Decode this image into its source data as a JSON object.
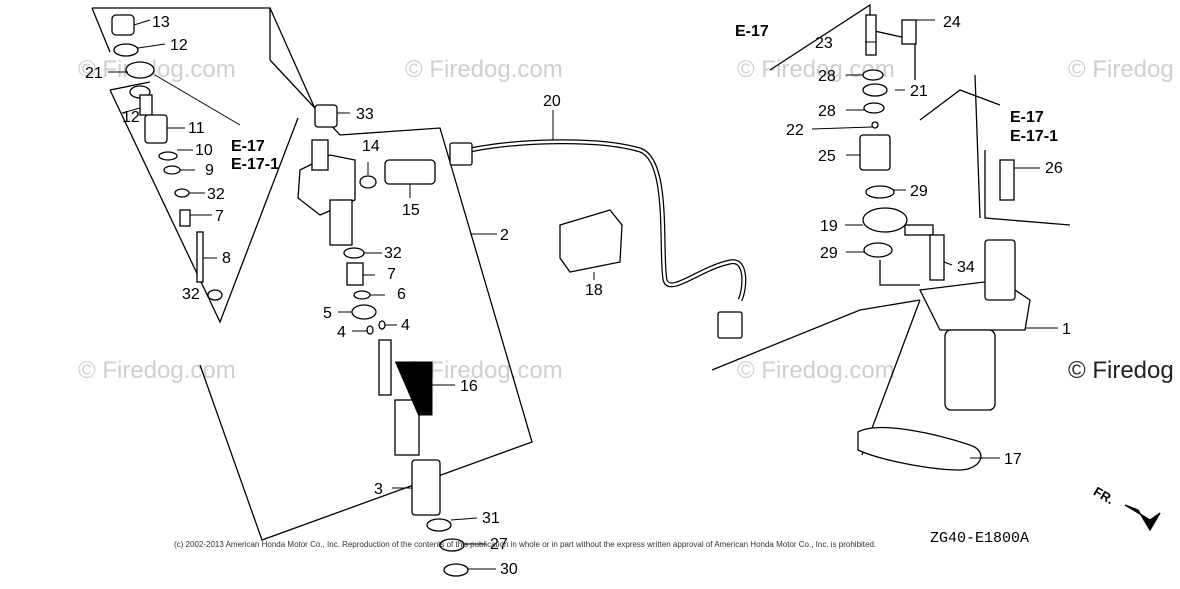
{
  "watermark": "© Firedog.com",
  "watermark_cut": "© Firedog",
  "copyright": "(c) 2002-2013 American Honda Motor Co., Inc. Reproduction of the contents of this publication in whole or in part without the express written approval of American Honda Motor Co., Inc. is prohibited.",
  "diagram_code": "ZG40-E1800A",
  "front_arrow_label": "FR.",
  "refs": {
    "e17": "E-17",
    "e171": "E-17-1"
  },
  "part_labels": [
    "1",
    "2",
    "3",
    "4",
    "5",
    "6",
    "7",
    "8",
    "9",
    "10",
    "11",
    "12",
    "13",
    "14",
    "15",
    "16",
    "17",
    "18",
    "19",
    "20",
    "21",
    "22",
    "23",
    "24",
    "25",
    "26",
    "27",
    "28",
    "29",
    "30",
    "31",
    "32",
    "33",
    "34"
  ]
}
